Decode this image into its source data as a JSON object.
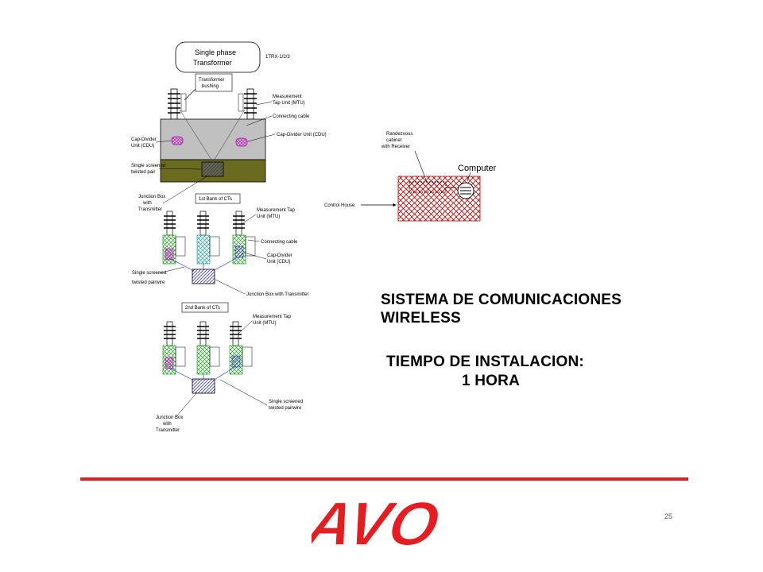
{
  "diagram": {
    "top_labels": {
      "transformer_title_line1": "Single phase",
      "transformer_title_line2": "Transformer",
      "trx_id": "1TRX-1/2/3",
      "bushing_line1": "Transformer",
      "bushing_line2": "bushing",
      "mtu_top_line1": "Measurement",
      "mtu_top_line2": "Tap Unit (MTU)",
      "connecting_cable_top": "Connecting cable",
      "cdu_left_line1": "Cap-Divider",
      "cdu_left_line2": "Unit (CDU)",
      "cdu_right": "Cap-Divider Unit (CDU)",
      "screened_top_line1": "Single screened",
      "screened_top_line2": "twisted pair"
    },
    "bank1": {
      "title": "1st Bank of CTs",
      "jbox_line1": "Junction Box",
      "jbox_line2": "with",
      "jbox_line3": "Transmitter",
      "mtu_line1": "Measurement Tap",
      "mtu_line2": "Unit (MTU)",
      "connecting_cable": "Connecting cable",
      "cdu_line1": "Cap-Divider",
      "cdu_line2": "Unit (CDU)",
      "screened_line1": "Single screened",
      "screened_line2": "twisted pairwire",
      "jbox_tx": "Junction Box with Transmitter"
    },
    "bank2": {
      "title": "2nd Bank of CTs",
      "mtu_line1": "Measurement Tap",
      "mtu_line2": "Unit (MTU)",
      "screened_line1": "Single screened",
      "screened_line2": "twisted pairwire",
      "jbox_line1": "Junction Box",
      "jbox_line2": "with",
      "jbox_line3": "Transmitter"
    },
    "control": {
      "rdv_line1": "Randezvous",
      "rdv_line2": "cabinet",
      "rdv_line3": "with Receiver",
      "computer": "Computer",
      "control_house": "Control House"
    }
  },
  "headline": {
    "line1": "SISTEMA DE COMUNICACIONES",
    "line2": "WIRELESS",
    "line3": "TIEMPO DE INSTALACION:",
    "line4": "1 HORA"
  },
  "footer": {
    "logo": "AVO",
    "page_number": "25"
  },
  "colors": {
    "accent_red": "#e51c20",
    "tank_gray": "#c0c0c0",
    "tank_olive": "#6b6b1f",
    "hatch_red": "#c00000",
    "hatch_blue": "#3030c0",
    "hatch_green": "#20a020",
    "hatch_magenta": "#c000c0"
  }
}
